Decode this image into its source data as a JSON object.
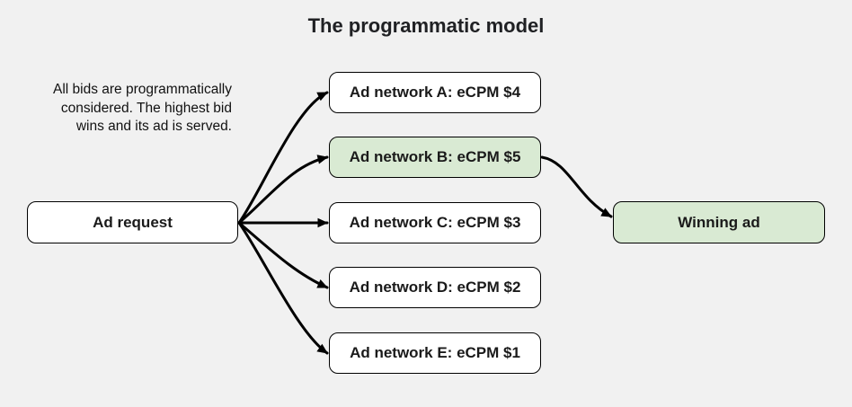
{
  "title": "The programmatic model",
  "description": {
    "lines": [
      "All bids are programmatically",
      "considered. The highest bid",
      "wins and its ad is served."
    ]
  },
  "nodes": {
    "ad_request": {
      "label": "Ad request",
      "highlighted": false
    },
    "networks": [
      {
        "label": "Ad network A: eCPM $4",
        "highlighted": false
      },
      {
        "label": "Ad network B: eCPM $5",
        "highlighted": true
      },
      {
        "label": "Ad network C: eCPM $3",
        "highlighted": false
      },
      {
        "label": "Ad network D: eCPM $2",
        "highlighted": false
      },
      {
        "label": "Ad network E: eCPM $1",
        "highlighted": false
      }
    ],
    "winning_ad": {
      "label": "Winning ad",
      "highlighted": true
    }
  },
  "edges": [
    {
      "from": "Ad request",
      "to": "Ad network A: eCPM $4"
    },
    {
      "from": "Ad request",
      "to": "Ad network B: eCPM $5"
    },
    {
      "from": "Ad request",
      "to": "Ad network C: eCPM $3"
    },
    {
      "from": "Ad request",
      "to": "Ad network D: eCPM $2"
    },
    {
      "from": "Ad request",
      "to": "Ad network E: eCPM $1"
    },
    {
      "from": "Ad network B: eCPM $5",
      "to": "Winning ad"
    }
  ],
  "colors": {
    "background": "#f1f1f1",
    "box_fill": "#ffffff",
    "highlight_fill": "#d9ead3",
    "border": "#000000",
    "arrow": "#000000",
    "text": "#1a1a1a"
  }
}
